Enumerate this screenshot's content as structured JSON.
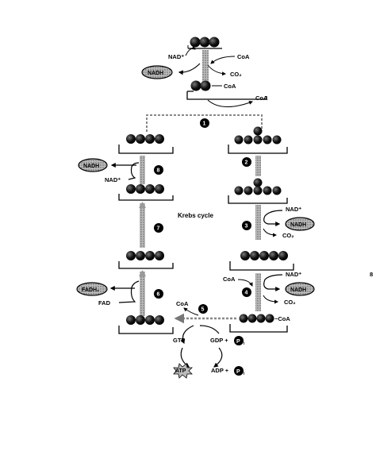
{
  "top": {
    "nad_plus": "NAD⁺",
    "coa": "CoA",
    "nadh": "NADH",
    "co2": "CO₂",
    "coa_bound": "CoA",
    "coa_out": "CoA"
  },
  "title": "Krebs cycle",
  "steps": {
    "s1": "1",
    "s2": "2",
    "s3": "3",
    "s4": "4",
    "s5": "5",
    "s6": "6",
    "s7": "7",
    "s8": "8"
  },
  "step8": {
    "nadh": "NADH",
    "nad_plus": "NAD⁺"
  },
  "step3": {
    "nad_plus": "NAD⁺",
    "nadh": "NADH",
    "co2": "CO₂"
  },
  "step4": {
    "coa": "CoA",
    "nad_plus": "NAD⁺",
    "nadh": "NADH",
    "co2": "CO₂",
    "coa_bound": "~CoA"
  },
  "step6": {
    "fadh2": "FADH₂",
    "fad": "FAD"
  },
  "step5": {
    "coa": "CoA",
    "gtp": "GTP",
    "gdp": "GDP +",
    "atp": "ATP",
    "adp": "ADP +",
    "p": "P",
    "pi_sub": "i"
  },
  "page_mark": "8"
}
